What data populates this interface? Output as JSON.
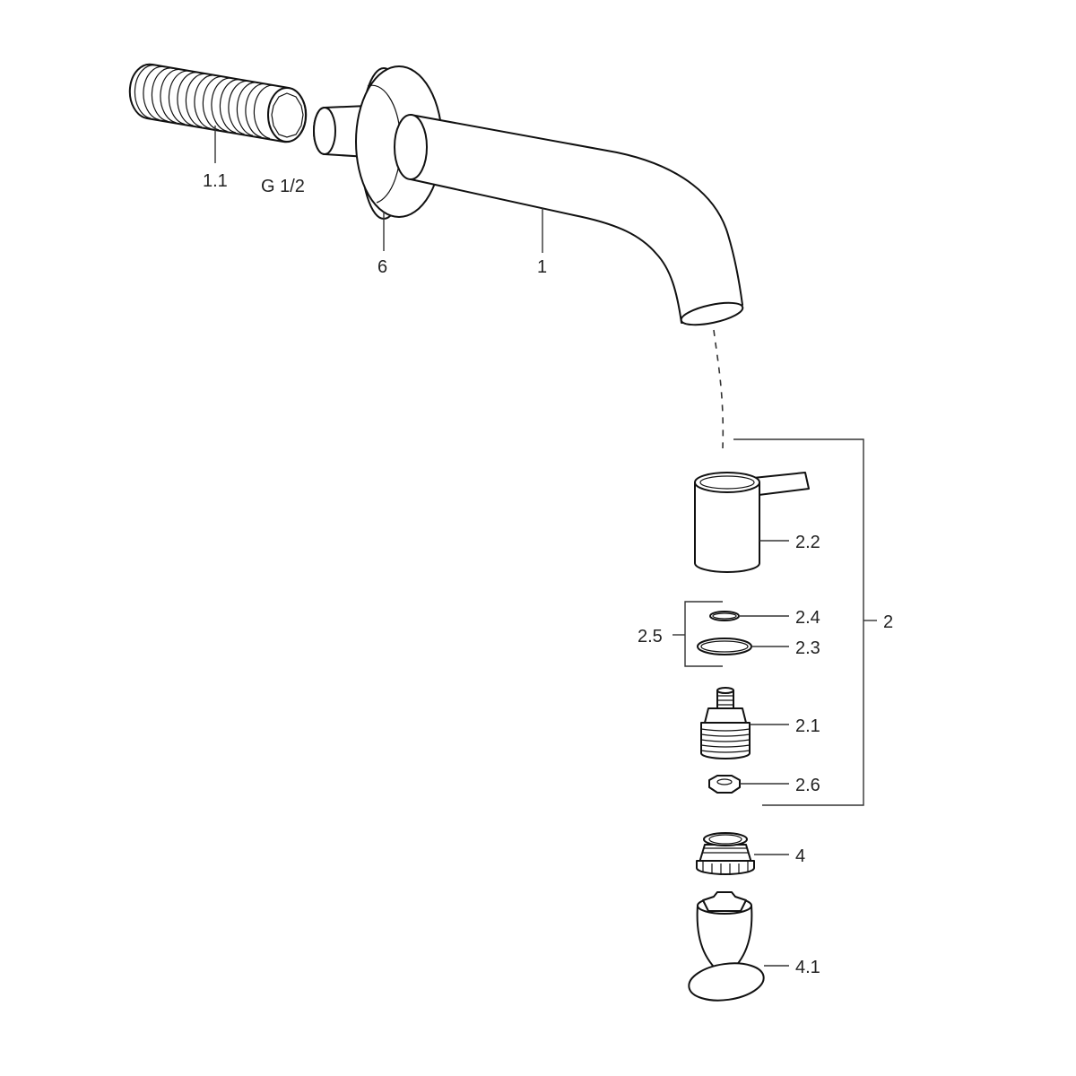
{
  "diagram": {
    "labels": {
      "l_1_1": "1.1",
      "l_g12": "G 1/2",
      "l_6": "6",
      "l_1": "1",
      "l_2_2": "2.2",
      "l_2_4": "2.4",
      "l_2_5": "2.5",
      "l_2_3": "2.3",
      "l_2": "2",
      "l_2_1": "2.1",
      "l_2_6": "2.6",
      "l_4": "4",
      "l_4_1": "4.1"
    }
  }
}
